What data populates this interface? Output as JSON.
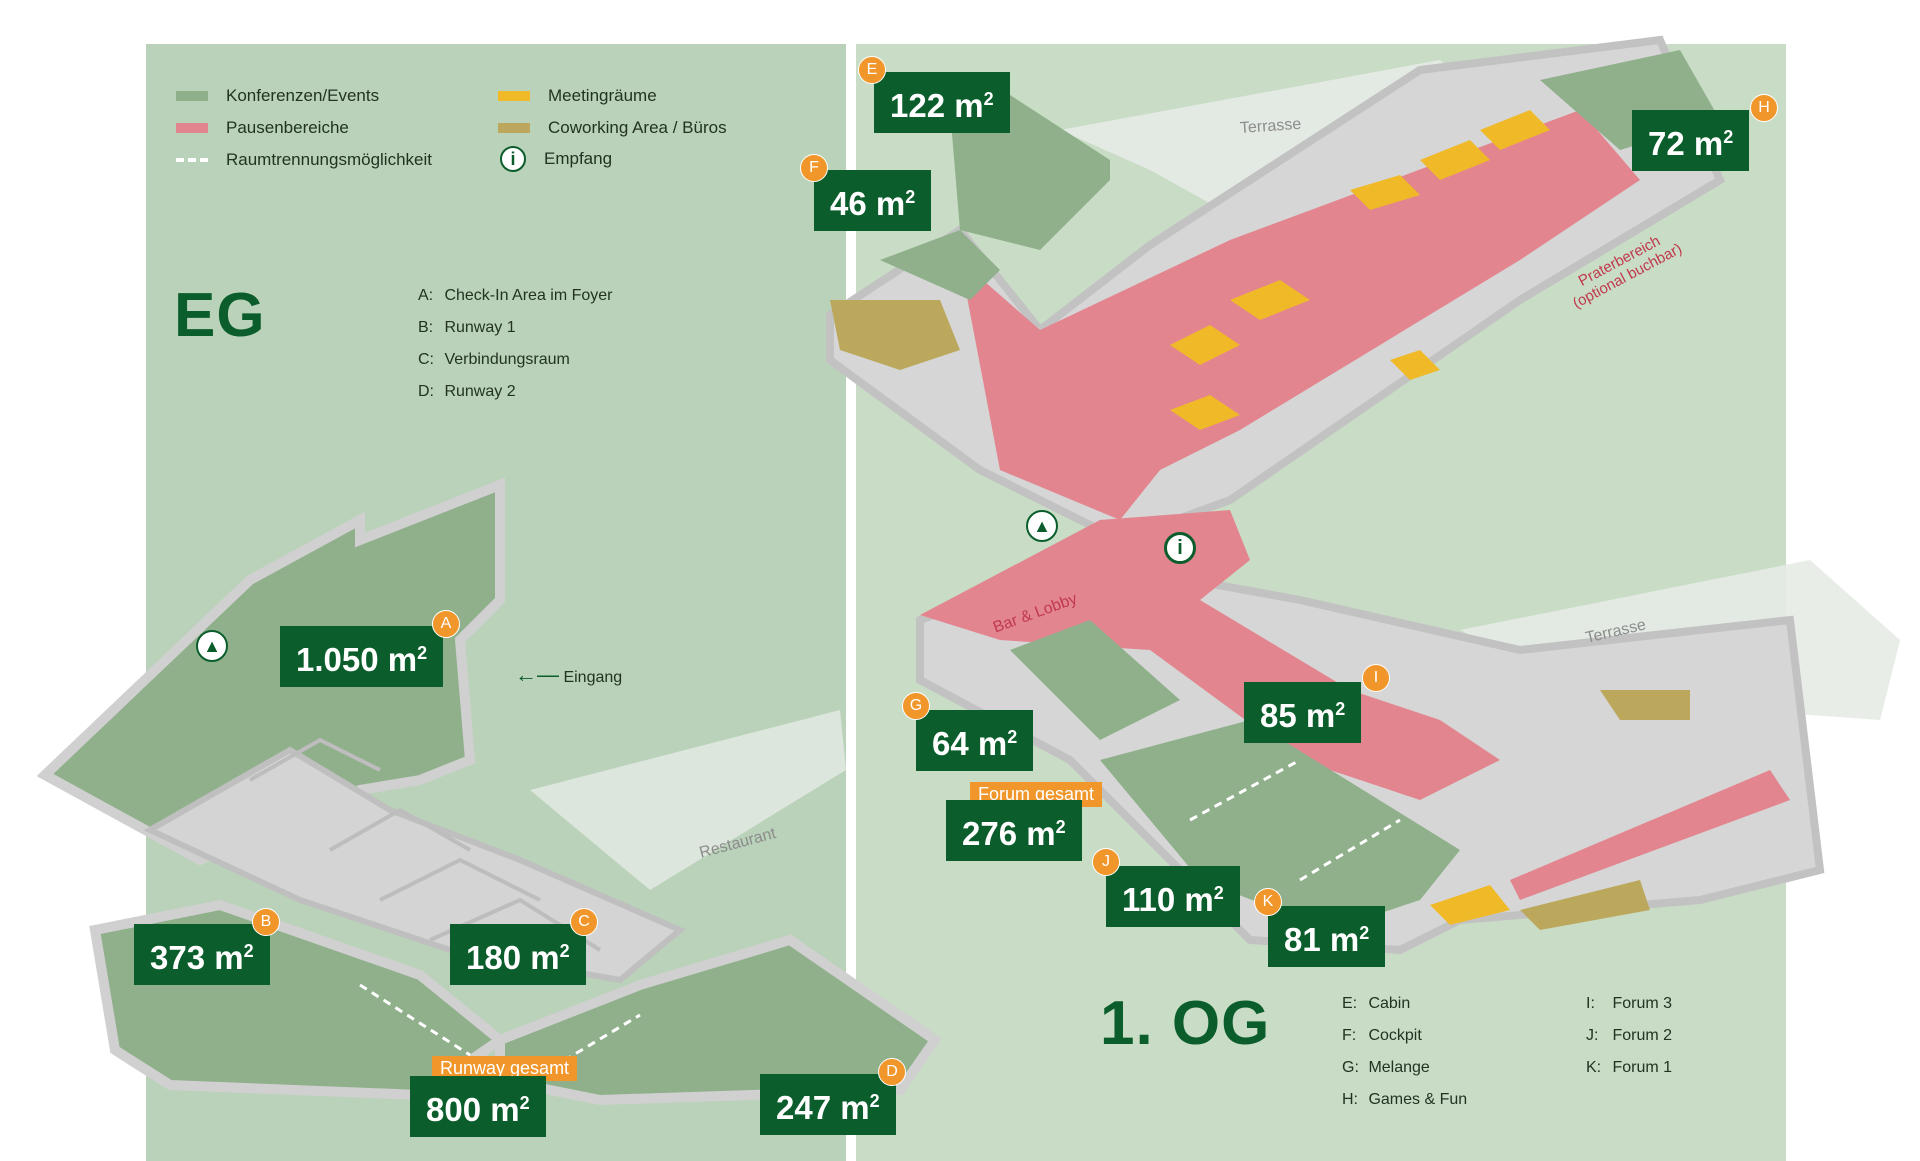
{
  "legend": {
    "items": [
      {
        "label": "Konferenzen/Events",
        "color": "#8fb08b"
      },
      {
        "label": "Meetingräume",
        "color": "#f0b928"
      },
      {
        "label": "Pausenbereiche",
        "color": "#e3858f"
      },
      {
        "label": "Coworking Area / Büros",
        "color": "#bca85c"
      },
      {
        "label": "Raumtrennungsmöglichkeit",
        "icon": "dashed-line-icon"
      },
      {
        "label": "Empfang",
        "icon": "info-icon",
        "glyph": "i"
      }
    ]
  },
  "eg": {
    "title": "EG",
    "key": [
      {
        "letter": "A:",
        "name": "Check-In Area im Foyer"
      },
      {
        "letter": "B:",
        "name": "Runway 1"
      },
      {
        "letter": "C:",
        "name": "Verbindungsraum"
      },
      {
        "letter": "D:",
        "name": "Runway 2"
      }
    ],
    "entrance_label": "Eingang",
    "restaurant_label": "Restaurant",
    "areas": {
      "a": {
        "badge": "A",
        "value": "1.050 m",
        "unit_sup": "2"
      },
      "b": {
        "badge": "B",
        "value": "373 m",
        "unit_sup": "2"
      },
      "c": {
        "badge": "C",
        "value": "180 m",
        "unit_sup": "2"
      },
      "d": {
        "badge": "D",
        "value": "247 m",
        "unit_sup": "2"
      },
      "total": {
        "tag": "Runway gesamt",
        "value": "800 m",
        "unit_sup": "2"
      }
    }
  },
  "og": {
    "title": "1. OG",
    "key_left": [
      {
        "letter": "E:",
        "name": "Cabin"
      },
      {
        "letter": "F:",
        "name": "Cockpit"
      },
      {
        "letter": "G:",
        "name": "Melange"
      },
      {
        "letter": "H:",
        "name": "Games & Fun"
      }
    ],
    "key_right": [
      {
        "letter": "I:",
        "name": "Forum 3"
      },
      {
        "letter": "J:",
        "name": "Forum 2"
      },
      {
        "letter": "K:",
        "name": "Forum 1"
      }
    ],
    "terrace_top": "Terrasse",
    "terrace_right": "Terrasse",
    "prater_line1": "Praterbereich",
    "prater_line2": "(optional buchbar)",
    "bar_lobby": "Bar & Lobby",
    "info_glyph": "i",
    "areas": {
      "e": {
        "badge": "E",
        "value": "122 m",
        "unit_sup": "2"
      },
      "f": {
        "badge": "F",
        "value": "46 m",
        "unit_sup": "2"
      },
      "g": {
        "badge": "G",
        "value": "64 m",
        "unit_sup": "2"
      },
      "h": {
        "badge": "H",
        "value": "72 m",
        "unit_sup": "2"
      },
      "i": {
        "badge": "I",
        "value": "85 m",
        "unit_sup": "2"
      },
      "j": {
        "badge": "J",
        "value": "110 m",
        "unit_sup": "2"
      },
      "k": {
        "badge": "K",
        "value": "81 m",
        "unit_sup": "2"
      },
      "total": {
        "tag": "Forum gesamt",
        "value": "276 m",
        "unit_sup": "2"
      }
    }
  }
}
